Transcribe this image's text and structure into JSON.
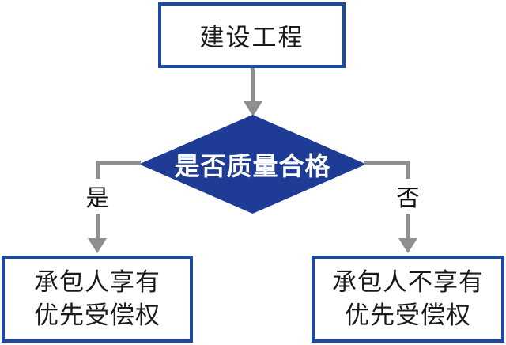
{
  "flowchart": {
    "start_box": {
      "label": "建设工程"
    },
    "decision": {
      "label": "是否质量合格"
    },
    "branches": {
      "yes": {
        "label": "是"
      },
      "no": {
        "label": "否"
      }
    },
    "outcome_yes": {
      "line1": "承包人享有",
      "line2": "优先受偿权"
    },
    "outcome_no": {
      "line1": "承包人不享有",
      "line2": "优先受偿权"
    },
    "colors": {
      "box_border": "#1b4aa2",
      "diamond_fill": "#1e3c96",
      "arrow_gray": "#8f8f8f",
      "text_dark": "#1a1a1a",
      "diamond_text": "#ffffff",
      "background": "#ffffff"
    }
  }
}
